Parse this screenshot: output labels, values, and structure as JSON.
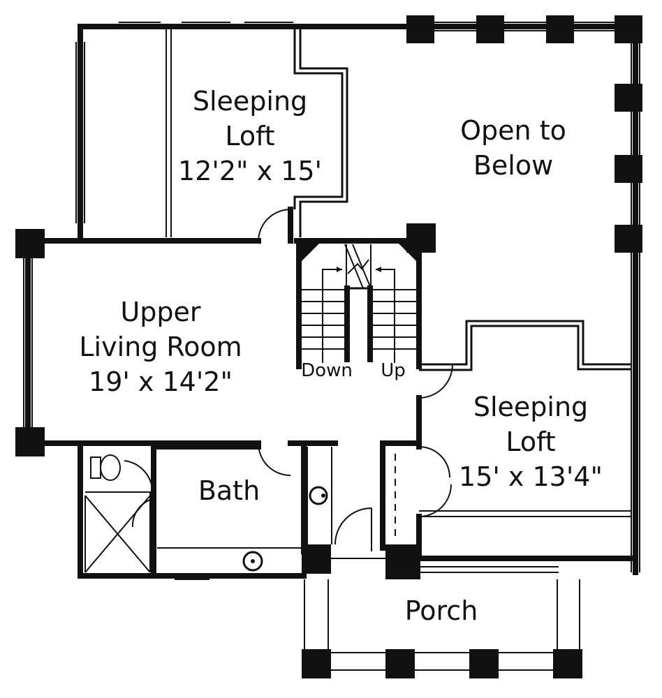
{
  "rooms": {
    "sleeping_loft_1": {
      "name": "Sleeping",
      "name2": "Loft",
      "size": "12'2\" x 15'"
    },
    "open_to_below": {
      "line1": "Open to",
      "line2": "Below"
    },
    "upper_living_room": {
      "name": "Upper",
      "name2": "Living Room",
      "size": "19' x 14'2\""
    },
    "sleeping_loft_2": {
      "name": "Sleeping",
      "name2": "Loft",
      "size": "15' x 13'4\""
    },
    "bath": {
      "name": "Bath"
    },
    "porch": {
      "name": "Porch"
    }
  },
  "stairs": {
    "down_label": "Down",
    "up_label": "Up"
  }
}
